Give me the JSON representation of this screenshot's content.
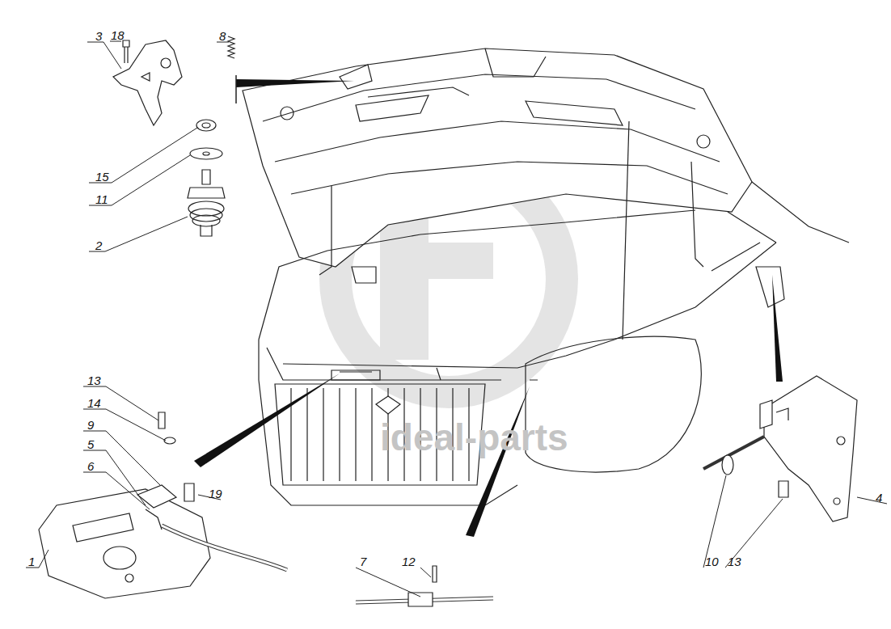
{
  "diagram": {
    "labels": [
      "3",
      "18",
      "8",
      "15",
      "11",
      "2",
      "13",
      "14",
      "9",
      "5",
      "6",
      "19",
      "1",
      "7",
      "12",
      "10",
      "4",
      "13",
      "ideal-parts"
    ]
  }
}
